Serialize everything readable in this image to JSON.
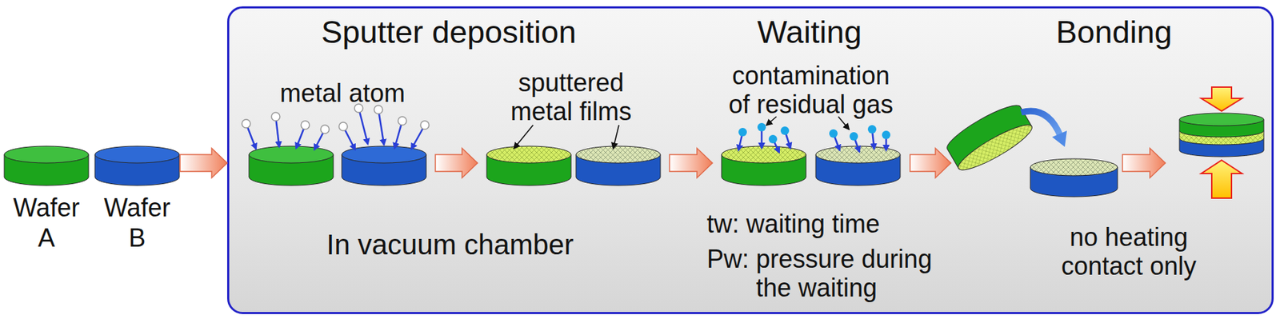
{
  "diagram": {
    "nodes": [
      {
        "text": [
          "Wafer A"
        ]
      },
      {
        "text": [
          "Wafer B"
        ]
      },
      {
        "text": [
          "Sputter deposition",
          "Waiting",
          "Bonding"
        ]
      }
    ],
    "edges": [
      {
        "from": 1,
        "to": 2,
        "arrow": "to"
      }
    ],
    "labels": [
      "metal atom",
      "sputtered metal films",
      "In vacuum chamber",
      "contamination of residual gas",
      "tw: waiting time",
      "Pw: pressure during the waiting",
      "no heating contact only"
    ]
  }
}
